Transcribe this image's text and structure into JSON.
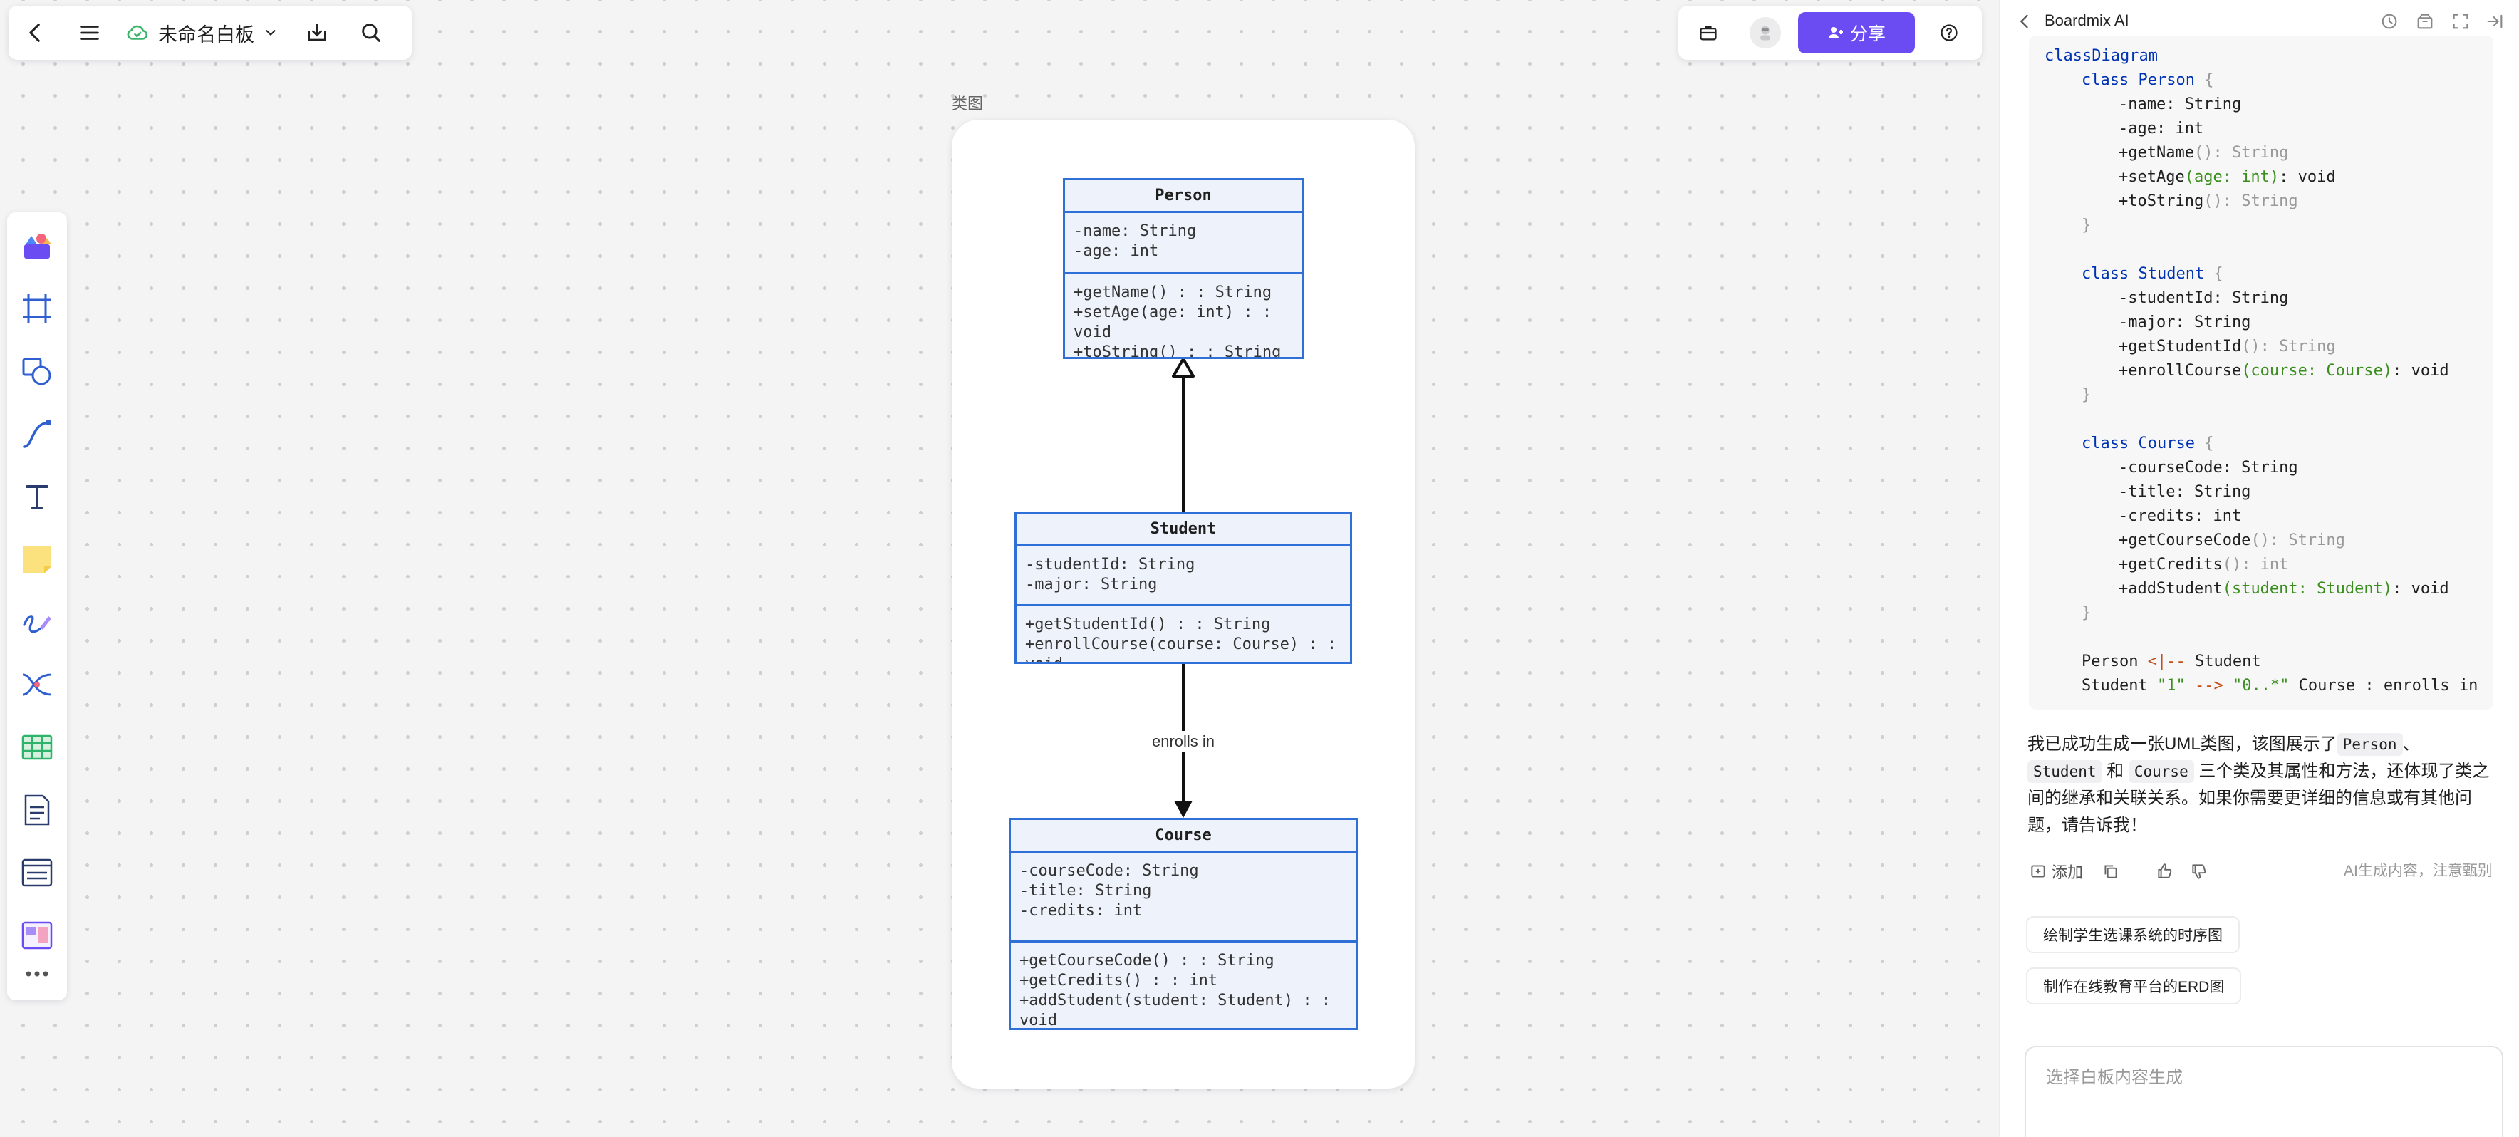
{
  "top_toolbar": {
    "board_title": "未命名白板",
    "share_label": "分享"
  },
  "frame": {
    "label": "类图"
  },
  "diagram": {
    "classes": [
      {
        "name": "Person",
        "attributes": [
          "-name: String",
          "-age: int"
        ],
        "methods": [
          "+getName() : : String",
          "+setAge(age: int) : :",
          "void",
          "+toString() : : String"
        ]
      },
      {
        "name": "Student",
        "attributes": [
          "-studentId: String",
          "-major: String"
        ],
        "methods": [
          "+getStudentId() : : String",
          "+enrollCourse(course: Course) : :",
          "void"
        ]
      },
      {
        "name": "Course",
        "attributes": [
          "-courseCode: String",
          "-title: String",
          "-credits: int"
        ],
        "methods": [
          "+getCourseCode() : : String",
          "+getCredits() : : int",
          "+addStudent(student: Student) : :",
          "void"
        ]
      }
    ],
    "relation_label": "enrolls in"
  },
  "ai_panel": {
    "title": "Boardmix AI",
    "code": {
      "header": "classDiagram",
      "person": {
        "decl": "class Person",
        "members": [
          "-name: String",
          "-age: int",
          "+getName",
          "(): String",
          "+setAge",
          "(age: int)",
          ": void",
          "+toString",
          "(): String"
        ]
      },
      "student": {
        "decl": "class Student",
        "l1": "-studentId: String",
        "l2": "-major: String",
        "l3a": "+getStudentId",
        "l3b": "(): String",
        "l4a": "+enrollCourse",
        "l4b": "(course: Course)",
        "l4c": ": void"
      },
      "course": {
        "decl": "class Course",
        "l1": "-courseCode: String",
        "l2": "-title: String",
        "l3": "-credits: int",
        "l4a": "+getCourseCode",
        "l4b": "(): String",
        "l5a": "+getCredits",
        "l5b": "(): int",
        "l6a": "+addStudent",
        "l6b": "(student: Student)",
        "l6c": ": void"
      },
      "rel1": {
        "a": "Person ",
        "b": "<|--",
        "c": " Student"
      },
      "rel2": {
        "a": "Student ",
        "b": "\"1\"",
        "c": " --> ",
        "d": "\"0..*\"",
        "e": " Course : enrolls in"
      }
    },
    "message": {
      "p1": "我已成功生成一张UML类图，该图展示了",
      "c1": "Person",
      "p2": "、",
      "c2": "Student",
      "p3": " 和 ",
      "c3": "Course",
      "p4": " 三个类及其属性和方法，还体现了类之间的继承和关联关系。如果你需要更详细的信息或有其他问题，请告诉我！"
    },
    "add_label": "添加",
    "ai_note": "AI生成内容，注意甄别",
    "suggestions": [
      "绘制学生选课系统的时序图",
      "制作在线教育平台的ERD图"
    ],
    "input_placeholder": "选择白板内容生成"
  }
}
